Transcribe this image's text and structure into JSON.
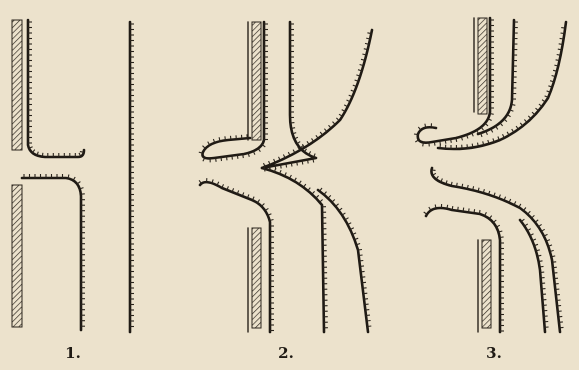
{
  "figures": [
    {
      "label": "1."
    },
    {
      "label": "2."
    },
    {
      "label": "3."
    }
  ],
  "colors": {
    "paper": "#ece2cc",
    "ink": "#1f1a14"
  }
}
